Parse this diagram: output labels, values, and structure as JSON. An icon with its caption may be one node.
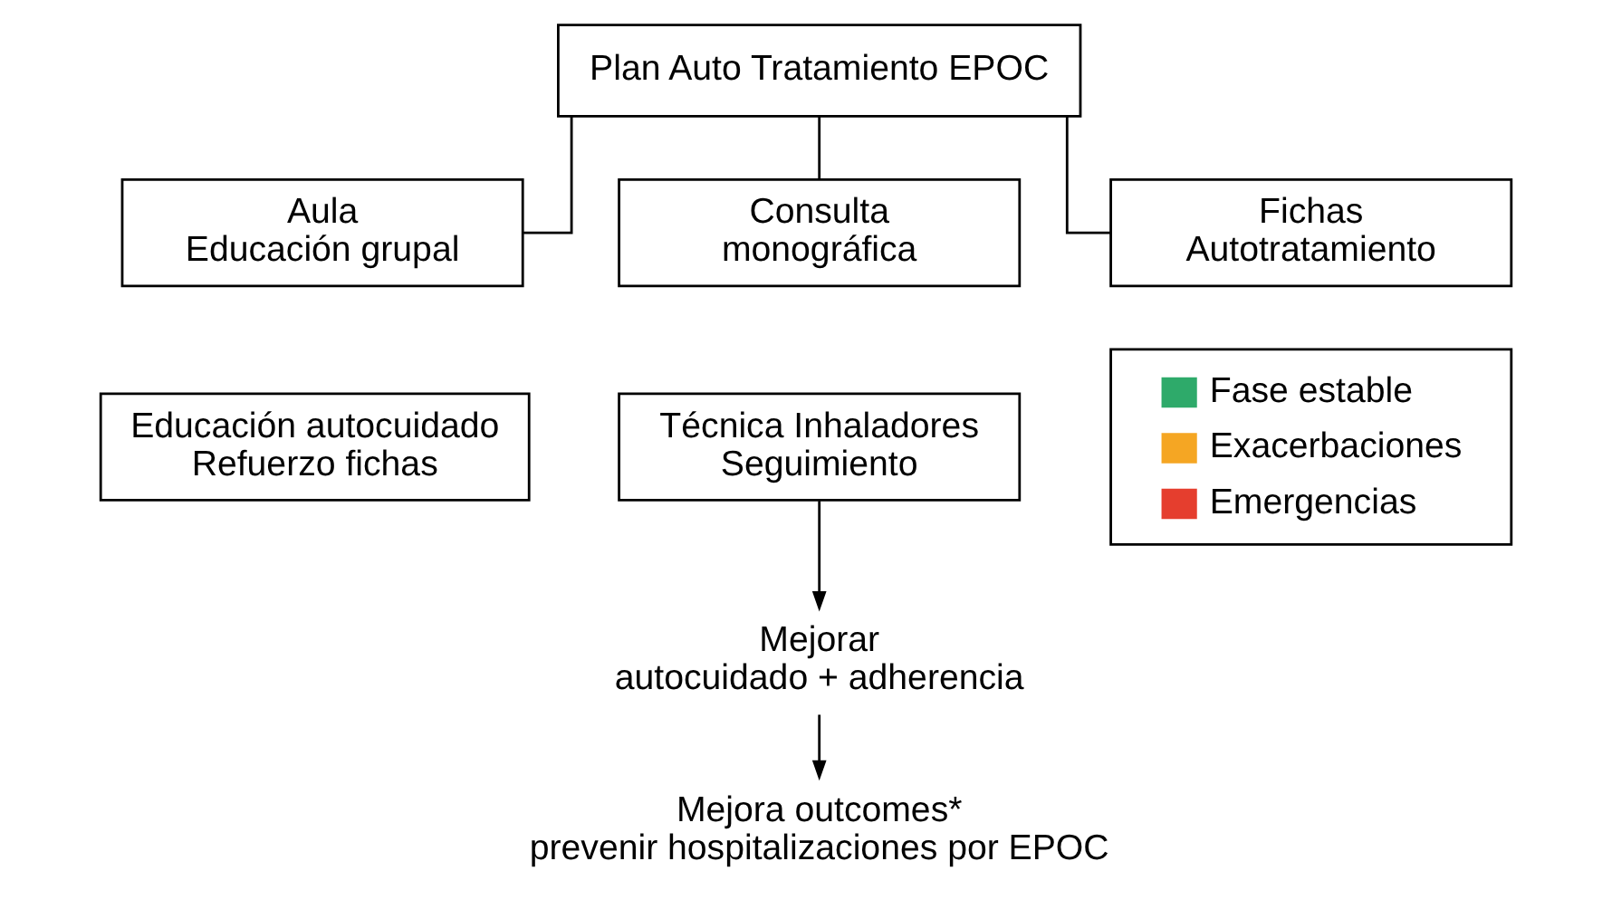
{
  "diagram": {
    "nodes": [
      {
        "text": [
          "Plan Auto Tratamiento EPOC"
        ]
      },
      {
        "text": [
          "Aula Educación grupal"
        ]
      },
      {
        "text": [
          "Educación autocuidado Refuerzo fichas"
        ]
      },
      {
        "text": [
          "Consulta monográfica"
        ]
      },
      {
        "text": [
          "Técnica Inhaladores Seguimiento"
        ]
      },
      {
        "text": [
          "Fichas Autotratamiento"
        ]
      },
      {
        "text": [
          "Mejorar autocuidado + adherencia"
        ]
      },
      {
        "text": [
          "Mejora outcomes* prevenir hospitalizaciones por EPOC"
        ]
      }
    ],
    "edges": [
      {
        "from": 0,
        "to": 1,
        "arrow": "none"
      },
      {
        "from": 0,
        "to": 3,
        "arrow": "none"
      },
      {
        "from": 0,
        "to": 5,
        "arrow": "none"
      },
      {
        "from": 4,
        "to": 6,
        "arrow": "to"
      },
      {
        "from": 6,
        "to": 7,
        "arrow": "to"
      }
    ],
    "legend": [
      {
        "text": "Fase estable",
        "color": "#2eaa6a"
      },
      {
        "text": "Exacerbaciones",
        "color": "#f5a623"
      },
      {
        "text": "Emergencias",
        "color": "#e53e2e"
      }
    ]
  }
}
